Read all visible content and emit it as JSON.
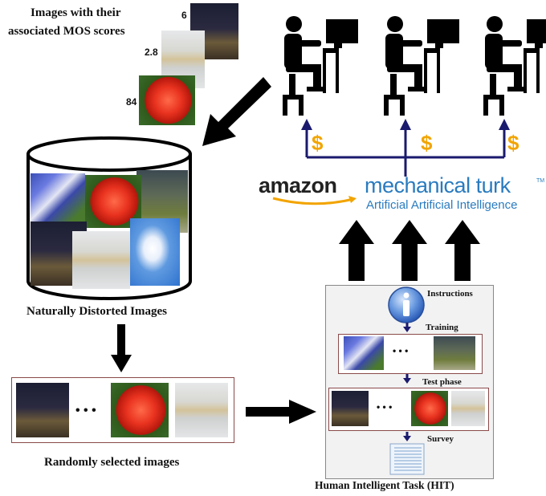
{
  "header_label": {
    "line1": "Images with their",
    "line2": "associated MOS scores"
  },
  "mos_scores": {
    "top": "6",
    "middle": "2.8",
    "bottom": "84"
  },
  "database_label": "Naturally Distorted Images",
  "random_label": "Randomly selected images",
  "dots": "• • •",
  "amt": {
    "amazon": "amazon",
    "mturk": "mechanical turk",
    "tm": "TM",
    "subtitle": "Artificial Artificial Intelligence"
  },
  "payment_symbol": "$",
  "hit": {
    "info_glyph": "i",
    "steps": {
      "instructions": "Instructions",
      "training": "Training",
      "test": "Test phase",
      "survey": "Survey"
    },
    "title": "Human Intelligent Task (HIT)"
  },
  "colors": {
    "amazon_orange": "#f2a400",
    "mturk_blue": "#2a7bbf",
    "navy_arrow": "#1a1a6e",
    "frame": "#8b4a4a"
  },
  "icons": [
    "worker-at-computer-icon",
    "info-icon",
    "survey-document-icon",
    "arrow-icon"
  ]
}
